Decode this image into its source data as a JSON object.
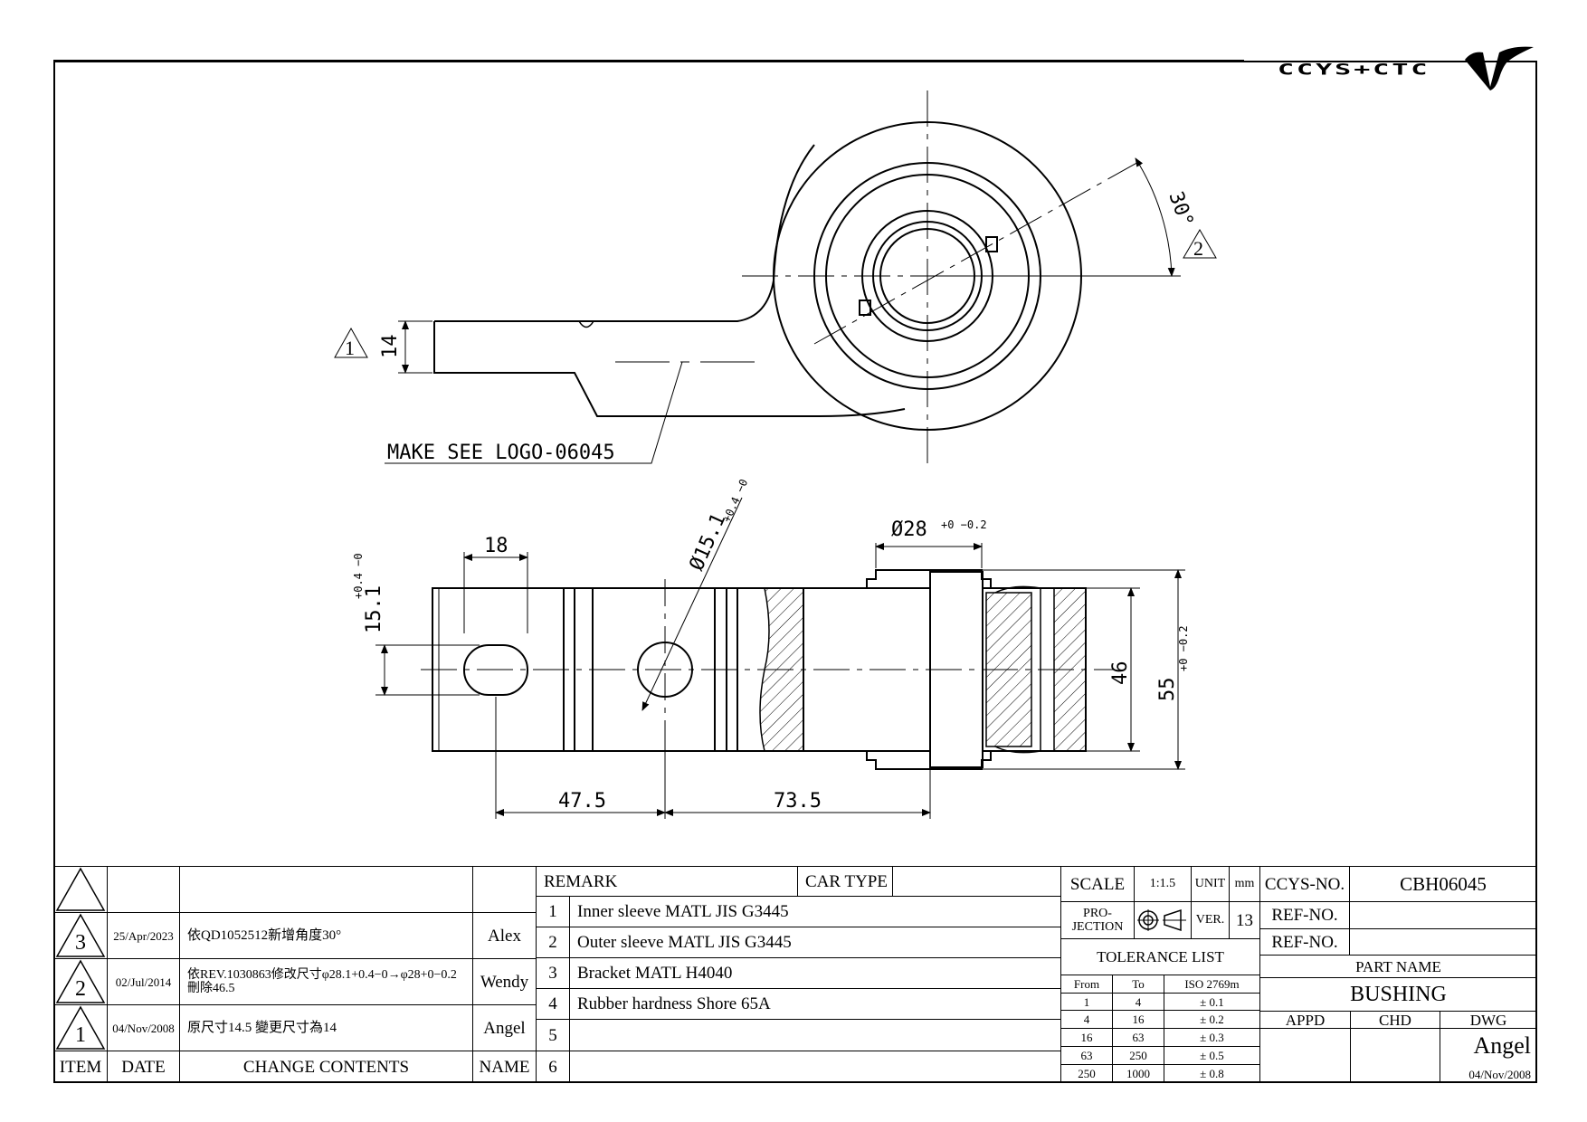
{
  "logo": {
    "text": "CCYS+CTC"
  },
  "drawing": {
    "note_text": "MAKE SEE LOGO-06045",
    "rev_marks": [
      "1",
      "2"
    ],
    "angle_label": "30°",
    "dims": {
      "thickness": "14",
      "width_18": "18",
      "slot": "15.1",
      "slot_tol": "+0.4 −0",
      "hole": "Ø15.1",
      "hole_tol": "+0.4 −0",
      "sleeve": "Ø28",
      "sleeve_tol": "+0 −0.2",
      "d46": "46",
      "d55": "55",
      "d55_tol": "+0 −0.2",
      "l475": "47.5",
      "l735": "73.5"
    }
  },
  "revisions": {
    "headers": {
      "item": "ITEM",
      "date": "DATE",
      "contents": "CHANGE CONTENTS",
      "name": "NAME"
    },
    "rows": [
      {
        "item": "3",
        "date": "25/Apr/2023",
        "content": "依QD1052512新增角度30°",
        "name": "Alex"
      },
      {
        "item": "2",
        "date": "02/Jul/2014",
        "content": "依REV.1030863修改尺寸φ28.1+0.4−0→φ28+0−0.2 刪除46.5",
        "name": "Wendy"
      },
      {
        "item": "1",
        "date": "04/Nov/2008",
        "content": "原尺寸14.5 變更尺寸為14",
        "name": "Angel"
      }
    ]
  },
  "remarks": {
    "header": "REMARK",
    "car_type": "CAR TYPE",
    "items": [
      {
        "no": "1",
        "text": "Inner sleeve MATL JIS G3445"
      },
      {
        "no": "2",
        "text": "Outer sleeve MATL JIS G3445"
      },
      {
        "no": "3",
        "text": "Bracket MATL H4040"
      },
      {
        "no": "4",
        "text": "Rubber hardness Shore 65A"
      },
      {
        "no": "5",
        "text": ""
      },
      {
        "no": "6",
        "text": ""
      }
    ]
  },
  "specs": {
    "scale_label": "SCALE",
    "scale_value": "1:1.5",
    "unit_label": "UNIT",
    "unit_value": "mm",
    "projection_label": "PRO-\nJECTION",
    "ver_label": "VER.",
    "ver_value": "13",
    "tolerance_title": "TOLERANCE LIST",
    "tol_headers": [
      "From",
      "To",
      "ISO 2769m"
    ],
    "tol_rows": [
      [
        "1",
        "4",
        "± 0.1"
      ],
      [
        "4",
        "16",
        "± 0.2"
      ],
      [
        "16",
        "63",
        "± 0.3"
      ],
      [
        "63",
        "250",
        "± 0.5"
      ],
      [
        "250",
        "1000",
        "± 0.8"
      ]
    ]
  },
  "titleblock": {
    "ccys_label": "CCYS-NO.",
    "ccys_value": "CBH06045",
    "ref1_label": "REF-NO.",
    "ref1_value": "",
    "ref2_label": "REF-NO.",
    "ref2_value": "",
    "part_name_label": "PART NAME",
    "part_name": "BUSHING",
    "appd": "APPD",
    "chd": "CHD",
    "dwg": "DWG",
    "drawn_by": "Angel",
    "drawn_date": "04/Nov/2008"
  }
}
